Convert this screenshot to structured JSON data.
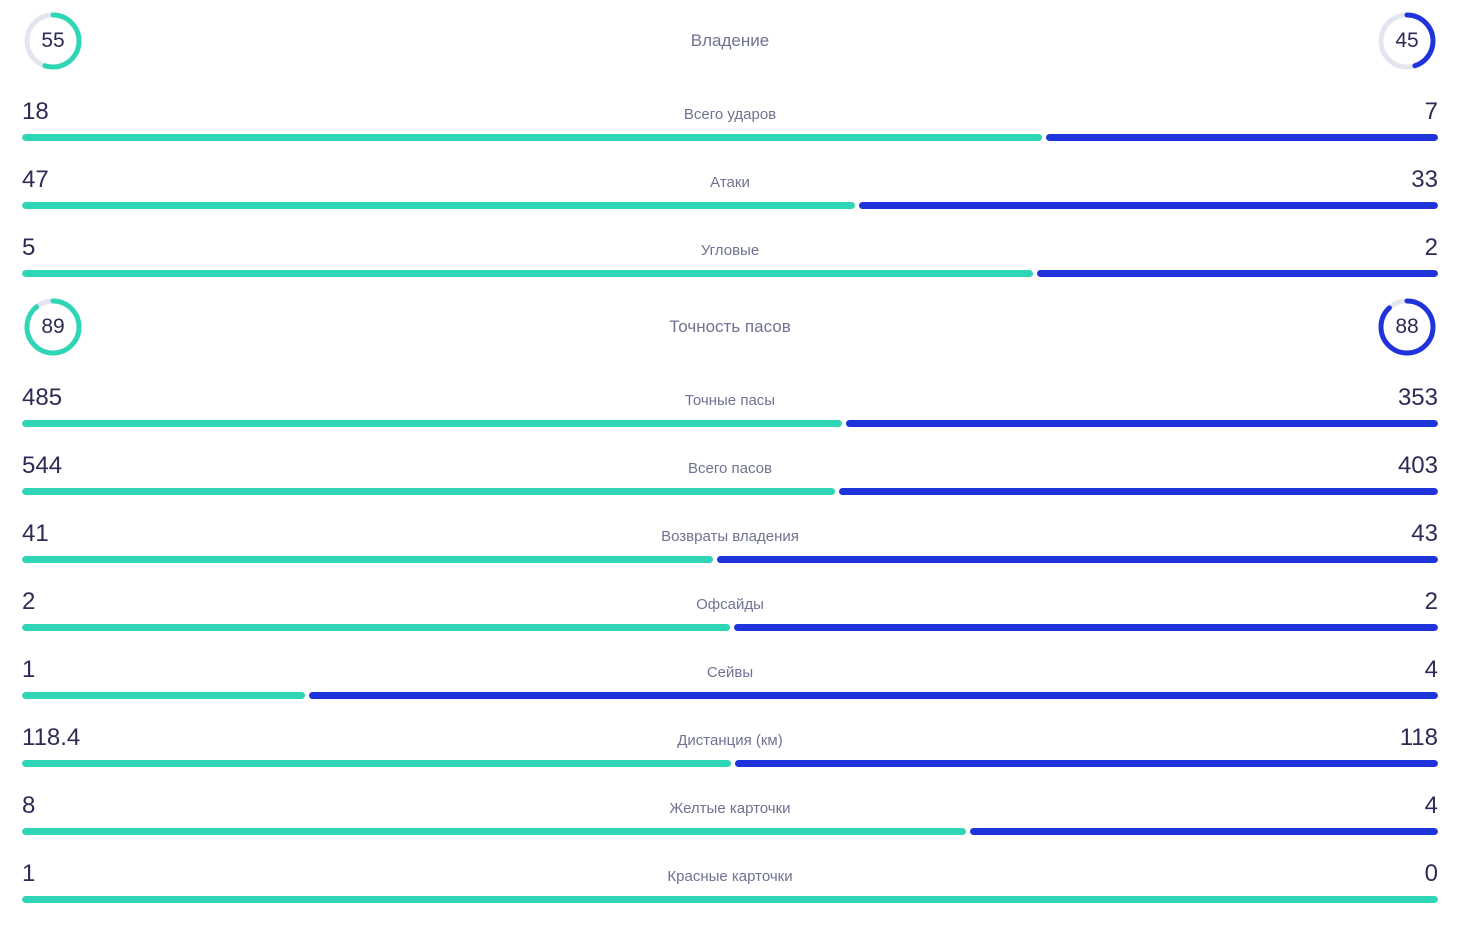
{
  "colors": {
    "home": "#2fd6b6",
    "away": "#1f33db",
    "track_empty": "#e4e6ef",
    "value_text": "#2b2b55",
    "label_text": "#6f7292",
    "background": "#ffffff"
  },
  "chart_data": {
    "type": "bar",
    "title": "",
    "xlabel": "",
    "ylabel": "",
    "legend": [
      "home",
      "away"
    ],
    "categories": [
      "Владение",
      "Всего ударов",
      "Атаки",
      "Угловые",
      "Точность пасов",
      "Точные пасы",
      "Всего пасов",
      "Возвраты владения",
      "Офсайды",
      "Сейвы",
      "Дистанция (км)",
      "Желтые карточки",
      "Красные карточки"
    ],
    "series": [
      {
        "name": "home",
        "values": [
          55,
          18,
          47,
          5,
          89,
          485,
          544,
          41,
          2,
          1,
          118.4,
          8,
          1
        ]
      },
      {
        "name": "away",
        "values": [
          45,
          7,
          33,
          2,
          88,
          353,
          403,
          43,
          2,
          4,
          118,
          4,
          0
        ]
      }
    ]
  },
  "rows": [
    {
      "kind": "gauge",
      "name": "possession",
      "label": "Владение",
      "home": "55",
      "away": "45",
      "home_pct": 55,
      "away_pct": 45
    },
    {
      "kind": "bar",
      "name": "total-shots",
      "label": "Всего ударов",
      "home": "18",
      "away": "7",
      "home_pct": 72
    },
    {
      "kind": "bar",
      "name": "attacks",
      "label": "Атаки",
      "home": "47",
      "away": "33",
      "home_pct": 58.8
    },
    {
      "kind": "bar",
      "name": "corners",
      "label": "Угловые",
      "home": "5",
      "away": "2",
      "home_pct": 71.4
    },
    {
      "kind": "gauge",
      "name": "pass-accuracy",
      "label": "Точность пасов",
      "home": "89",
      "away": "88",
      "home_pct": 89,
      "away_pct": 88
    },
    {
      "kind": "bar",
      "name": "accurate-passes",
      "label": "Точные пасы",
      "home": "485",
      "away": "353",
      "home_pct": 57.9
    },
    {
      "kind": "bar",
      "name": "total-passes",
      "label": "Всего пасов",
      "home": "544",
      "away": "403",
      "home_pct": 57.4
    },
    {
      "kind": "bar",
      "name": "possession-regains",
      "label": "Возвраты владения",
      "home": "41",
      "away": "43",
      "home_pct": 48.8
    },
    {
      "kind": "bar",
      "name": "offsides",
      "label": "Офсайды",
      "home": "2",
      "away": "2",
      "home_pct": 50
    },
    {
      "kind": "bar",
      "name": "saves",
      "label": "Сейвы",
      "home": "1",
      "away": "4",
      "home_pct": 20
    },
    {
      "kind": "bar",
      "name": "distance-km",
      "label": "Дистанция (км)",
      "home": "118.4",
      "away": "118",
      "home_pct": 50.1
    },
    {
      "kind": "bar",
      "name": "yellow-cards",
      "label": "Желтые карточки",
      "home": "8",
      "away": "4",
      "home_pct": 66.7
    },
    {
      "kind": "bar",
      "name": "red-cards",
      "label": "Красные карточки",
      "home": "1",
      "away": "0",
      "home_pct": 100
    }
  ]
}
